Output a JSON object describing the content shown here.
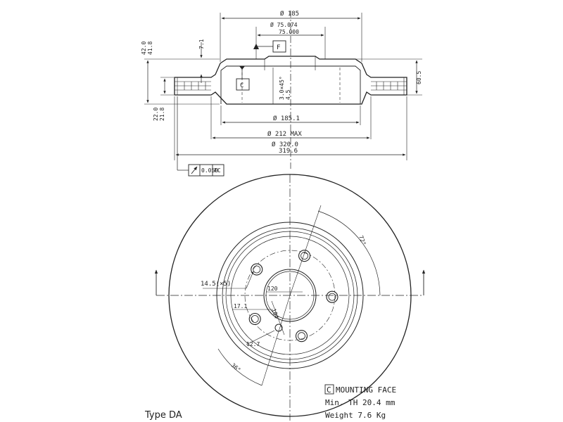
{
  "side_view": {
    "dia_outer_ring": "Ø 185",
    "dia_center_bore_max": "Ø 75.074",
    "dia_center_bore_min": "75.000",
    "datum_top": "F",
    "datum_mount": "C",
    "height_total_max": "42.0",
    "height_total_min": "41.8",
    "hat_step": "7.1",
    "height_disc_max": "22.0",
    "height_disc_min": "21.8",
    "chamfer_a": "3.0×45°",
    "chamfer_b": "4.5",
    "height_right": "60.5",
    "dia_inner": "Ø 185.1",
    "dia_max": "Ø 212 MAX",
    "dia_disc_max": "Ø 320.0",
    "dia_disc_min": "319.6",
    "runout_tol": "0.050",
    "runout_ref": "FC"
  },
  "front_view": {
    "angle_top": "72°",
    "bolt_holes": "14.5(×5)",
    "pcd_a": "120",
    "pcd_b": "104",
    "hole_small": "17.1",
    "hole_offset": "12.7",
    "angle_bottom": "36°"
  },
  "notes": {
    "mount_letter": "C",
    "mount_label": "MOUNTING FACE",
    "min_th": "Min. TH 20.4 mm",
    "weight": "Weight   7.6 Kg",
    "type": "Type DA"
  }
}
